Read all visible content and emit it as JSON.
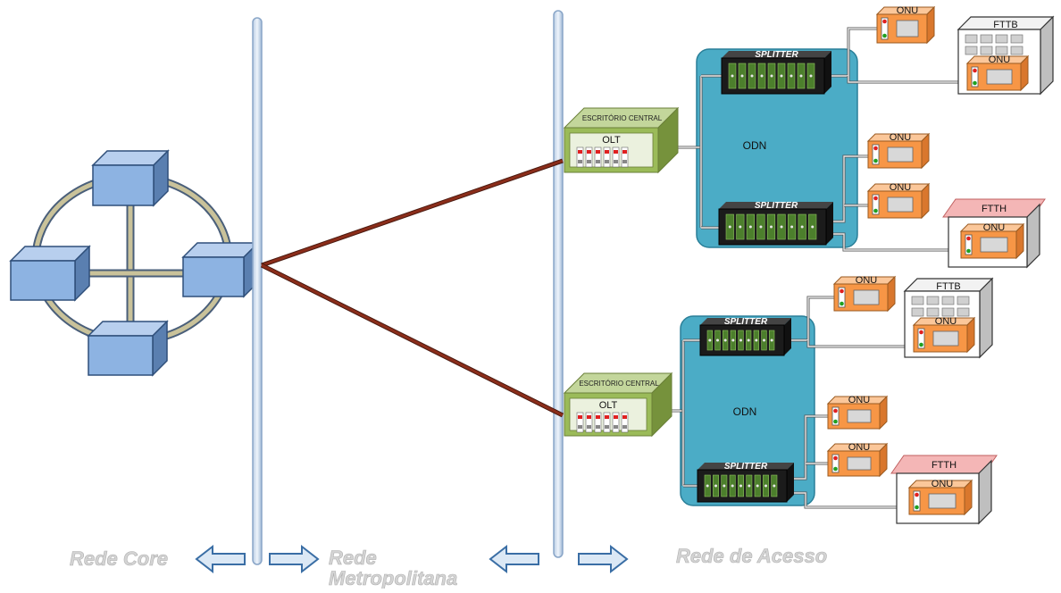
{
  "labels": {
    "rede_core": "Rede Core",
    "rede_metropolitana_1": "Rede",
    "rede_metropolitana_2": "Metropolitana",
    "rede_acesso": "Rede  de Acesso"
  },
  "upper": {
    "office": "ESCRITÓRIO CENTRAL",
    "olt": "OLT",
    "odn": "ODN",
    "splitter_top": "SPLITTER",
    "splitter_bottom": "SPLITTER",
    "onu_1": "ONU",
    "fttb": "FTTB",
    "fttb_onu": "ONU",
    "onu_2": "ONU",
    "onu_3": "ONU",
    "ftth": "FTTH",
    "ftth_onu": "ONU"
  },
  "lower": {
    "office": "ESCRITÓRIO CENTRAL",
    "olt": "OLT",
    "odn": "ODN",
    "splitter_top": "SPLITTER",
    "splitter_bottom": "SPLITTER",
    "onu_1": "ONU",
    "fttb": "FTTB",
    "fttb_onu": "ONU",
    "onu_2": "ONU",
    "onu_3": "ONU",
    "ftth": "FTTH",
    "ftth_onu": "ONU"
  },
  "colors": {
    "node_blue": "#8db3e2",
    "ring": "#c9c29a",
    "fiber": "#8b2d1a",
    "odn_blue": "#4bacc6",
    "olt_green": "#9bbb59",
    "onu_orange": "#f79646",
    "roof_pink": "#f4b6b6"
  }
}
